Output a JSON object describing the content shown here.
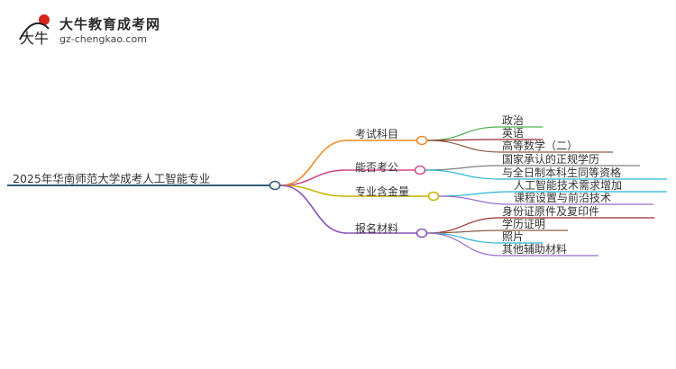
{
  "logo": {
    "mark_text": "大牛",
    "title": "大牛教育成考网",
    "url": "gz-chengkao.com"
  },
  "colors": {
    "root": "#2f5c7a",
    "branch1": "#f08a24",
    "branch2": "#d04a8c",
    "branch3": "#c8b400",
    "branch4": "#8a52b8",
    "leaf_green": "#4caf50",
    "leaf_red": "#9b2a2a",
    "leaf_brown": "#8c5a46",
    "leaf_gray": "#7f7f7f",
    "leaf_cyan": "#2bb5d6",
    "leaf_purple": "#9a6ac8"
  },
  "mindmap": {
    "root": "2025年华南师范大学成考人工智能专业",
    "branches": [
      {
        "label": "考试科目",
        "children": [
          "政治",
          "英语",
          "高等数学（二）"
        ]
      },
      {
        "label": "能否考公",
        "children": [
          "国家承认的正规学历",
          "与全日制本科生同等资格"
        ]
      },
      {
        "label": "专业含金量",
        "children": [
          "人工智能技术需求增加",
          "课程设置与前沿技术"
        ]
      },
      {
        "label": "报名材料",
        "children": [
          "身份证原件及复印件",
          "学历证明",
          "照片",
          "其他辅助材料"
        ]
      }
    ]
  }
}
